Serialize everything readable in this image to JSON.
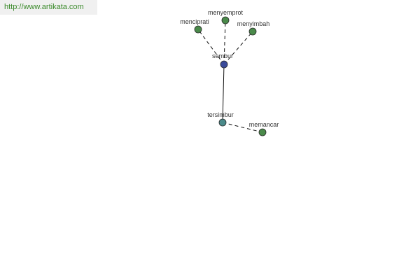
{
  "source_url": "http://www.artikata.com",
  "graph": {
    "nodes": [
      {
        "id": "sembur",
        "label": "sembur",
        "color": "#3a4a9a",
        "role": "root"
      },
      {
        "id": "menciprati",
        "label": "menciprati",
        "color": "#4a8a4a",
        "role": "leaf"
      },
      {
        "id": "menyemprot",
        "label": "menyemprot",
        "color": "#4a8a4a",
        "role": "leaf"
      },
      {
        "id": "menyimbah",
        "label": "menyimbah",
        "color": "#4a8a4a",
        "role": "leaf"
      },
      {
        "id": "tersimbur",
        "label": "tersimbur",
        "color": "#4a8a8a",
        "role": "intermediate"
      },
      {
        "id": "memancar",
        "label": "memancar",
        "color": "#4a8a4a",
        "role": "leaf"
      }
    ],
    "edges": [
      {
        "from": "sembur",
        "to": "menciprati",
        "style": "dashed"
      },
      {
        "from": "sembur",
        "to": "menyemprot",
        "style": "dashed"
      },
      {
        "from": "sembur",
        "to": "menyimbah",
        "style": "dashed"
      },
      {
        "from": "sembur",
        "to": "tersimbur",
        "style": "solid"
      },
      {
        "from": "tersimbur",
        "to": "memancar",
        "style": "dashed"
      }
    ]
  }
}
